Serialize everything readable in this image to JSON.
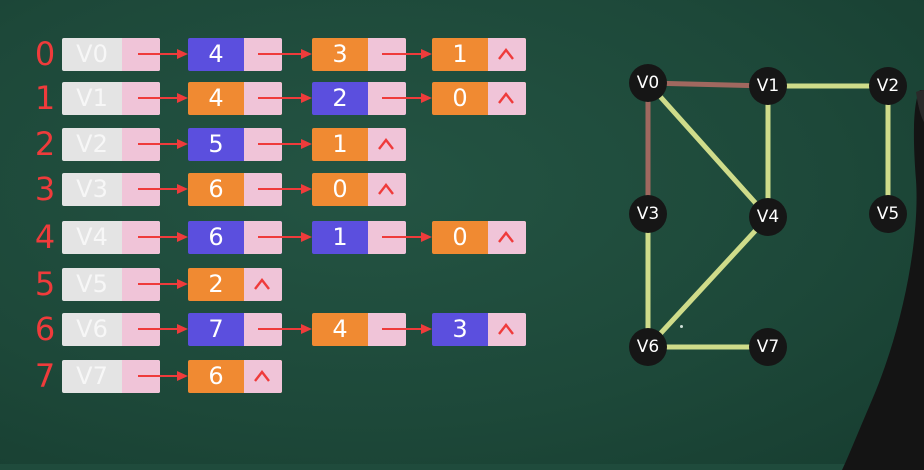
{
  "adjacency_list": [
    {
      "index": "0",
      "vertex": "V0",
      "edges": [
        {
          "value": "4",
          "color": "blue"
        },
        {
          "value": "3",
          "color": "orange"
        },
        {
          "value": "1",
          "color": "orange"
        }
      ]
    },
    {
      "index": "1",
      "vertex": "V1",
      "edges": [
        {
          "value": "4",
          "color": "orange"
        },
        {
          "value": "2",
          "color": "blue"
        },
        {
          "value": "0",
          "color": "orange"
        }
      ]
    },
    {
      "index": "2",
      "vertex": "V2",
      "edges": [
        {
          "value": "5",
          "color": "blue"
        },
        {
          "value": "1",
          "color": "orange"
        }
      ]
    },
    {
      "index": "3",
      "vertex": "V3",
      "edges": [
        {
          "value": "6",
          "color": "orange"
        },
        {
          "value": "0",
          "color": "orange"
        }
      ]
    },
    {
      "index": "4",
      "vertex": "V4",
      "edges": [
        {
          "value": "6",
          "color": "blue"
        },
        {
          "value": "1",
          "color": "blue"
        },
        {
          "value": "0",
          "color": "orange"
        }
      ]
    },
    {
      "index": "5",
      "vertex": "V5",
      "edges": [
        {
          "value": "2",
          "color": "orange"
        }
      ]
    },
    {
      "index": "6",
      "vertex": "V6",
      "edges": [
        {
          "value": "7",
          "color": "blue"
        },
        {
          "value": "4",
          "color": "orange"
        },
        {
          "value": "3",
          "color": "blue"
        }
      ]
    },
    {
      "index": "7",
      "vertex": "V7",
      "edges": [
        {
          "value": "6",
          "color": "orange"
        }
      ]
    }
  ],
  "graph": {
    "nodes": [
      "V0",
      "V1",
      "V2",
      "V3",
      "V4",
      "V5",
      "V6",
      "V7"
    ],
    "edges": [
      {
        "from": "V0",
        "to": "V1",
        "color": "#a0685f"
      },
      {
        "from": "V0",
        "to": "V3",
        "color": "#a0685f"
      },
      {
        "from": "V0",
        "to": "V4",
        "color": "#cfdc8a"
      },
      {
        "from": "V1",
        "to": "V2",
        "color": "#cfdc8a"
      },
      {
        "from": "V1",
        "to": "V4",
        "color": "#cfdc8a"
      },
      {
        "from": "V2",
        "to": "V5",
        "color": "#cfdc8a"
      },
      {
        "from": "V3",
        "to": "V6",
        "color": "#cfdc8a"
      },
      {
        "from": "V4",
        "to": "V6",
        "color": "#cfdc8a"
      },
      {
        "from": "V6",
        "to": "V7",
        "color": "#cfdc8a"
      }
    ]
  },
  "colors": {
    "board": "#1f4b3c",
    "index": "#ef3b3b",
    "arrow": "#ef3b3b",
    "head_cell": "#e4e4e4",
    "pointer_cell": "#f0c4d8",
    "orange": "#f08a32",
    "blue": "#5b4fde",
    "node": "#161616"
  }
}
